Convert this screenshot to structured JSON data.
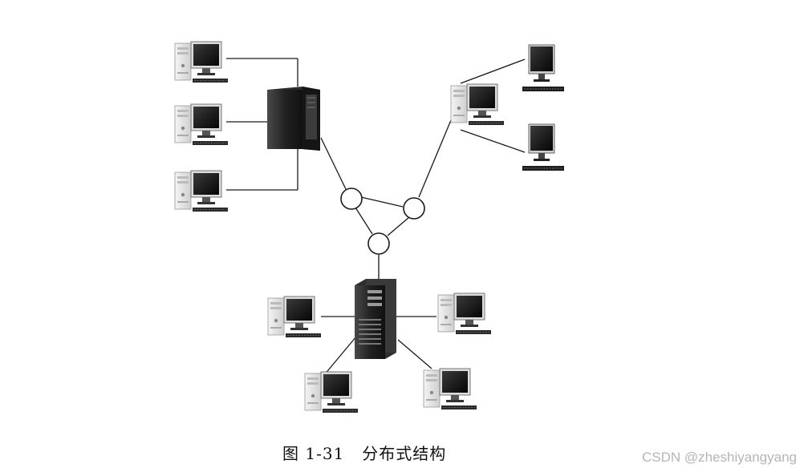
{
  "caption": {
    "figure_number": "图 1-31",
    "title": "分布式结构"
  },
  "watermark": "CSDN @zheshiyangyang",
  "colors": {
    "line": "#1a1a1a",
    "server": "#1c1c1c",
    "case": "#e6e6e6",
    "screen": "#101010"
  }
}
